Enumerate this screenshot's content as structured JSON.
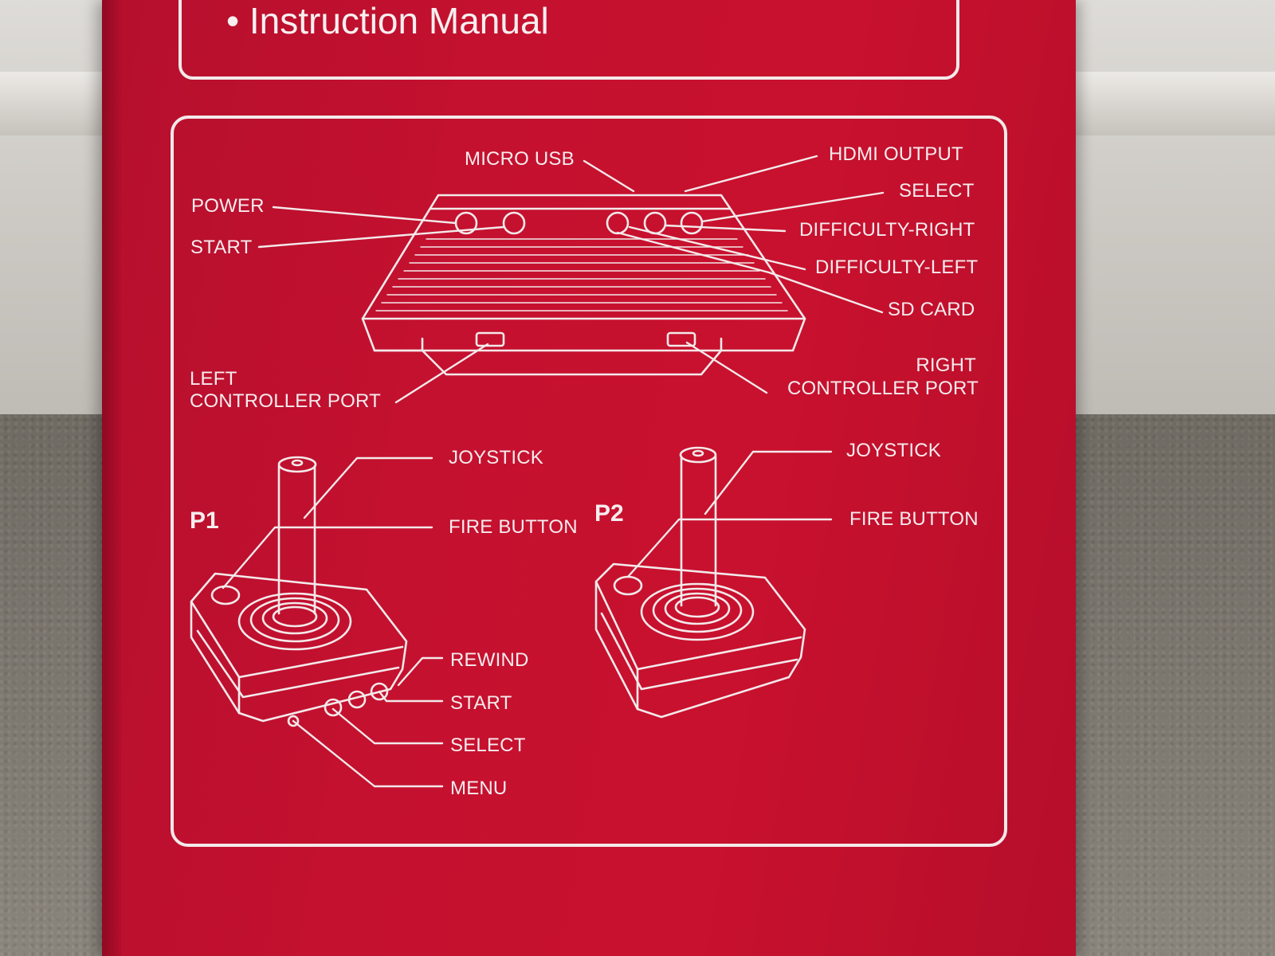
{
  "top_section": {
    "bullet": "•",
    "item": "Instruction Manual"
  },
  "console": {
    "micro_usb": "MICRO USB",
    "hdmi_output": "HDMI OUTPUT",
    "power": "POWER",
    "select": "SELECT",
    "start": "START",
    "difficulty_right": "DIFFICULTY-RIGHT",
    "difficulty_left": "DIFFICULTY-LEFT",
    "sd_card": "SD CARD",
    "left_port_line1": "LEFT",
    "left_port_line2": "CONTROLLER PORT",
    "right_port_line1": "RIGHT",
    "right_port_line2": "CONTROLLER PORT"
  },
  "p1": {
    "tag": "P1",
    "joystick": "JOYSTICK",
    "fire_button": "FIRE BUTTON",
    "rewind": "REWIND",
    "start": "START",
    "select": "SELECT",
    "menu": "MENU"
  },
  "p2": {
    "tag": "P2",
    "joystick": "JOYSTICK",
    "fire_button": "FIRE BUTTON"
  },
  "colors": {
    "box_red": "#c4112f",
    "line_white": "#f3e9ea"
  }
}
